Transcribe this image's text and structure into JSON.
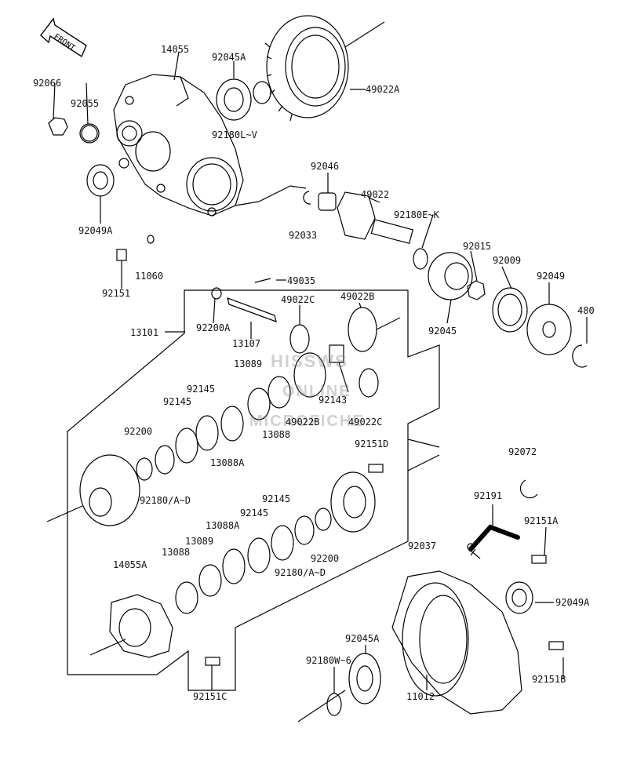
{
  "front_label": "FRONT",
  "watermark": {
    "line1": "HISSWS",
    "line2": "ONLINE",
    "line3": "MICROFICHE"
  },
  "labels": {
    "p14055": "14055",
    "p92045A_top": "92045A",
    "p92066": "92066",
    "p92055": "92055",
    "p92180LV": "92180L~V",
    "p49022A": "49022A",
    "p92049A_top": "92049A",
    "p11060": "11060",
    "p92151": "92151",
    "p92046": "92046",
    "p49022": "49022",
    "p92180EK": "92180E~K",
    "p92033": "92033",
    "p92015": "92015",
    "p92009": "92009",
    "p92049": "92049",
    "p480": "480",
    "p92045": "92045",
    "p49035": "49035",
    "p49022C_top": "49022C",
    "p49022B_top": "49022B",
    "p92200A": "92200A",
    "p13101": "13101",
    "p13107": "13107",
    "p13089_top": "13089",
    "p92145_a": "92145",
    "p92145_b": "92145",
    "p92143": "92143",
    "p13088_top": "13088",
    "p49022B_bot": "49022B",
    "p49022C_bot": "49022C",
    "p92200_left": "92200",
    "p13088A_top": "13088A",
    "p92151D": "92151D",
    "p92180AD_left": "92180/A~D",
    "p92072": "92072",
    "p92145_c": "92145",
    "p92145_d": "92145",
    "p13088A_mid": "13088A",
    "p13089_mid": "13089",
    "p13088_mid": "13088",
    "p14055A": "14055A",
    "p92200_right": "92200",
    "p92180AD_right": "92180/A~D",
    "p92191": "92191",
    "p92151A": "92151A",
    "p92037": "92037",
    "p92049A_bot": "92049A",
    "p92045A_bot": "92045A",
    "p92180W6": "92180W~6",
    "p92151C": "92151C",
    "p11012": "11012",
    "p92151B": "92151B"
  }
}
